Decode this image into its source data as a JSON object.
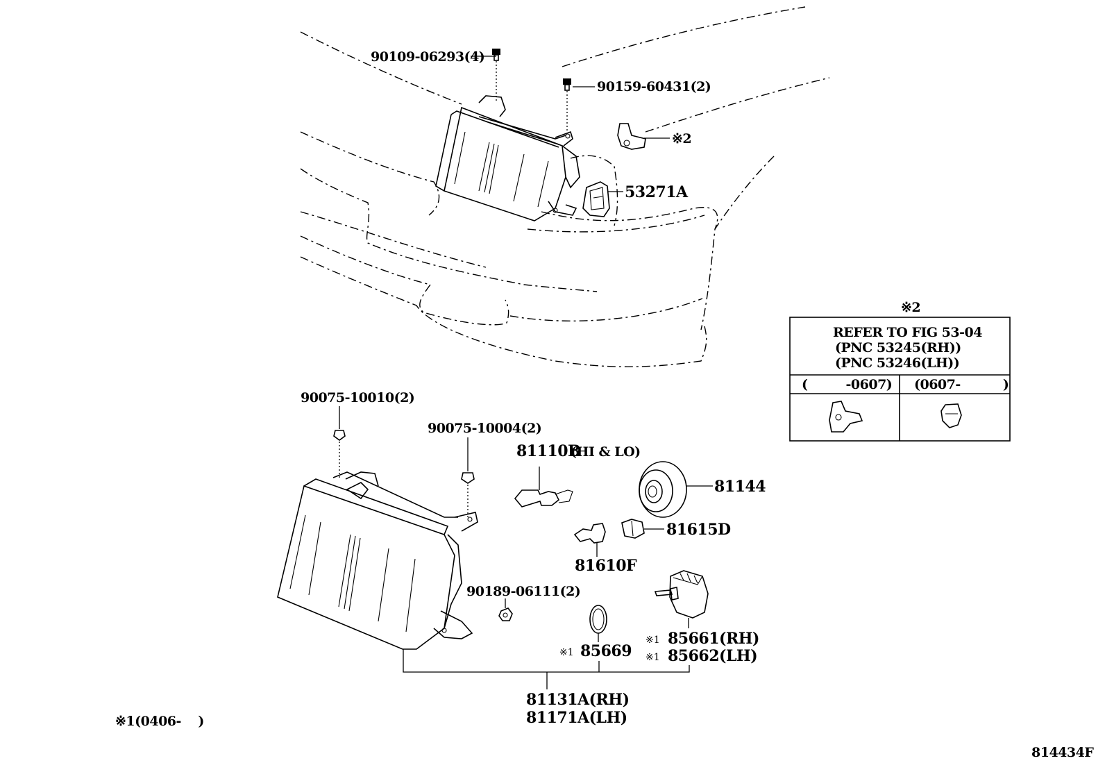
{
  "diagram_id": "814434F",
  "parts": [
    {
      "id": "p1",
      "text": "90109-06293(4)"
    },
    {
      "id": "p2",
      "text": "90159-60431(2)"
    },
    {
      "id": "p3",
      "text": "※2"
    },
    {
      "id": "p4",
      "text": "53271A"
    },
    {
      "id": "p5",
      "text": "90075-10010(2)"
    },
    {
      "id": "p6",
      "text": "90075-10004(2)"
    },
    {
      "id": "p7",
      "text": "81110B"
    },
    {
      "id": "p7b",
      "text": "(HI & LO)"
    },
    {
      "id": "p8",
      "text": "81144"
    },
    {
      "id": "p9",
      "text": "81615D"
    },
    {
      "id": "p10",
      "text": "81610F"
    },
    {
      "id": "p11",
      "text": "90189-06111(2)"
    },
    {
      "id": "p12",
      "text": "※1"
    },
    {
      "id": "p12b",
      "text": "85669"
    },
    {
      "id": "p13",
      "text": "※1"
    },
    {
      "id": "p13b",
      "text": "85661(RH)"
    },
    {
      "id": "p14",
      "text": "※1"
    },
    {
      "id": "p14b",
      "text": "85662(LH)"
    },
    {
      "id": "p15",
      "text": "81131A(RH)"
    },
    {
      "id": "p16",
      "text": "81171A(LH)"
    }
  ],
  "reference_box": {
    "marker": "※2",
    "line1": "REFER TO FIG 53-04",
    "line2": "(PNC 53245(RH))",
    "line3": "(PNC 53246(LH))",
    "col_left": "(         -0607)",
    "col_right": "(0607-          )"
  },
  "footnote": "※1(0406-    )"
}
